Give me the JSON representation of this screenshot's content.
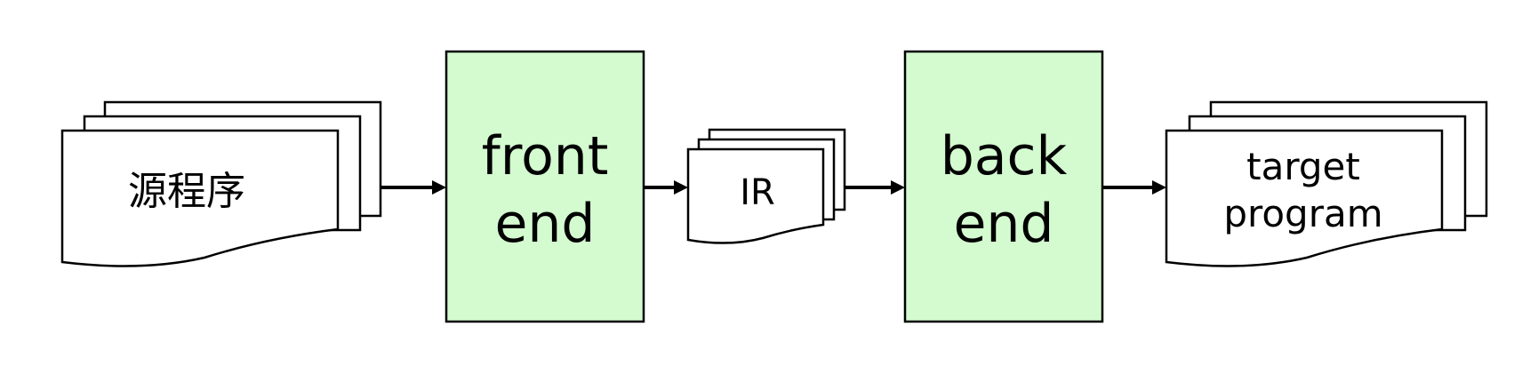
{
  "source_doc": {
    "label": "源程序"
  },
  "front_end": {
    "line1": "front",
    "line2": "end"
  },
  "ir_doc": {
    "label": "IR"
  },
  "back_end": {
    "line1": "back",
    "line2": "end"
  },
  "target_doc": {
    "line1": "target",
    "line2": "program"
  },
  "colors": {
    "stage_fill": "#d4fad0",
    "stroke": "#000000"
  }
}
